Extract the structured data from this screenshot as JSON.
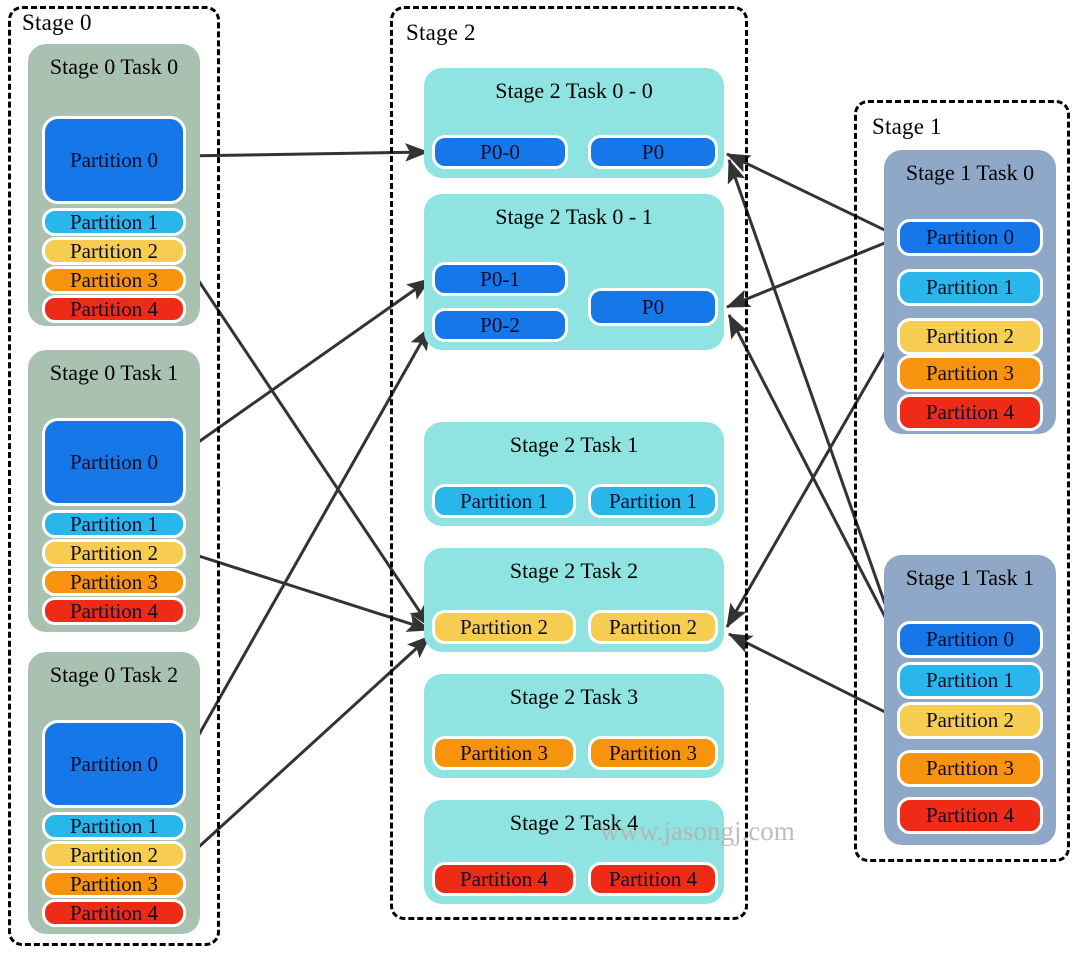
{
  "diagram": {
    "watermark": "www.jasongj.com",
    "colors": {
      "partition_0": "#1577e8",
      "partition_1": "#29b6ea",
      "partition_2": "#f7cd51",
      "partition_3": "#f8930d",
      "partition_4": "#ee2b17",
      "stage0_task_bg": "#a9c1b1",
      "stage1_task_bg": "#8fa8c8",
      "stage2_task_bg": "#8fe3e0",
      "frame_stroke": "#000000",
      "arrow_stroke": "#333333"
    }
  },
  "stages": [
    {
      "id": "stage-0",
      "label": "Stage 0",
      "tasks": [
        {
          "id": "stage-0-task-0",
          "label": "Stage 0  Task 0",
          "partitions": [
            {
              "label": "Partition 0",
              "color_key": "partition_0",
              "size": "big"
            },
            {
              "label": "Partition 1",
              "color_key": "partition_1",
              "size": "small"
            },
            {
              "label": "Partition 2",
              "color_key": "partition_2",
              "size": "small"
            },
            {
              "label": "Partition 3",
              "color_key": "partition_3",
              "size": "small"
            },
            {
              "label": "Partition 4",
              "color_key": "partition_4",
              "size": "small"
            }
          ]
        },
        {
          "id": "stage-0-task-1",
          "label": "Stage 0  Task  1",
          "partitions": [
            {
              "label": "Partition 0",
              "color_key": "partition_0",
              "size": "big"
            },
            {
              "label": "Partition 1",
              "color_key": "partition_1",
              "size": "small"
            },
            {
              "label": "Partition 2",
              "color_key": "partition_2",
              "size": "small"
            },
            {
              "label": "Partition 3",
              "color_key": "partition_3",
              "size": "small"
            },
            {
              "label": "Partition 4",
              "color_key": "partition_4",
              "size": "small"
            }
          ]
        },
        {
          "id": "stage-0-task-2",
          "label": "Stage 0  Task 2",
          "partitions": [
            {
              "label": "Partition 0",
              "color_key": "partition_0",
              "size": "big"
            },
            {
              "label": "Partition 1",
              "color_key": "partition_1",
              "size": "small"
            },
            {
              "label": "Partition 2",
              "color_key": "partition_2",
              "size": "small"
            },
            {
              "label": "Partition 3",
              "color_key": "partition_3",
              "size": "small"
            },
            {
              "label": "Partition 4",
              "color_key": "partition_4",
              "size": "small"
            }
          ]
        }
      ]
    },
    {
      "id": "stage-2",
      "label": "Stage 2",
      "tasks": [
        {
          "id": "stage-2-task-0-0",
          "label": "Stage 2   Task 0 - 0",
          "left_partitions": [
            {
              "label": "P0-0",
              "color_key": "partition_0"
            }
          ],
          "right_partitions": [
            {
              "label": "P0",
              "color_key": "partition_0"
            }
          ]
        },
        {
          "id": "stage-2-task-0-1",
          "label": "Stage 2   Task 0 - 1",
          "left_partitions": [
            {
              "label": "P0-1",
              "color_key": "partition_0"
            },
            {
              "label": "P0-2",
              "color_key": "partition_0"
            }
          ],
          "right_partitions": [
            {
              "label": "P0",
              "color_key": "partition_0"
            }
          ]
        },
        {
          "id": "stage-2-task-1",
          "label": "Stage 2   Task 1",
          "left_partitions": [
            {
              "label": "Partition 1",
              "color_key": "partition_1"
            }
          ],
          "right_partitions": [
            {
              "label": "Partition 1",
              "color_key": "partition_1"
            }
          ]
        },
        {
          "id": "stage-2-task-2",
          "label": "Stage 2   Task 2",
          "left_partitions": [
            {
              "label": "Partition 2",
              "color_key": "partition_2"
            }
          ],
          "right_partitions": [
            {
              "label": "Partition 2",
              "color_key": "partition_2"
            }
          ]
        },
        {
          "id": "stage-2-task-3",
          "label": "Stage 2   Task 3",
          "left_partitions": [
            {
              "label": "Partition 3",
              "color_key": "partition_3"
            }
          ],
          "right_partitions": [
            {
              "label": "Partition 3",
              "color_key": "partition_3"
            }
          ]
        },
        {
          "id": "stage-2-task-4",
          "label": "Stage 2   Task 4",
          "left_partitions": [
            {
              "label": "Partition 4",
              "color_key": "partition_4"
            }
          ],
          "right_partitions": [
            {
              "label": "Partition 4",
              "color_key": "partition_4"
            }
          ]
        }
      ]
    },
    {
      "id": "stage-1",
      "label": "Stage 1",
      "tasks": [
        {
          "id": "stage-1-task-0",
          "label": "Stage 1  Task 0",
          "partitions": [
            {
              "label": "Partition 0",
              "color_key": "partition_0"
            },
            {
              "label": "Partition 1",
              "color_key": "partition_1"
            },
            {
              "label": "Partition 2",
              "color_key": "partition_2"
            },
            {
              "label": "Partition 3",
              "color_key": "partition_3"
            },
            {
              "label": "Partition 4",
              "color_key": "partition_4"
            }
          ]
        },
        {
          "id": "stage-1-task-1",
          "label": "Stage 1  Task 1",
          "partitions": [
            {
              "label": "Partition 0",
              "color_key": "partition_0"
            },
            {
              "label": "Partition 1",
              "color_key": "partition_1"
            },
            {
              "label": "Partition 2",
              "color_key": "partition_2"
            },
            {
              "label": "Partition 3",
              "color_key": "partition_3"
            },
            {
              "label": "Partition 4",
              "color_key": "partition_4"
            }
          ]
        }
      ]
    }
  ]
}
